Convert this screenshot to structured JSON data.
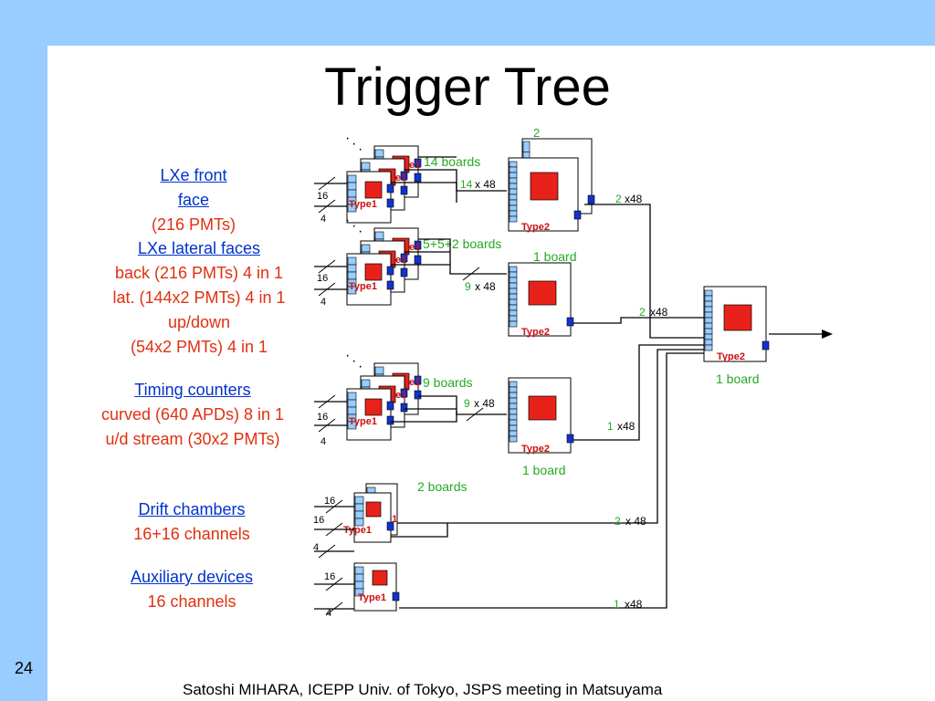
{
  "title": "Trigger Tree",
  "page_number": "24",
  "footer": "Satoshi MIHARA,  ICEPP Univ. of Tokyo, JSPS meeting in Matsuyama",
  "left_labels": {
    "lxe_front": {
      "link": [
        "LXe front",
        "face"
      ],
      "desc": [
        "(216 PMTs)"
      ]
    },
    "lxe_lateral": {
      "link": [
        "LXe lateral faces"
      ],
      "desc": [
        "back (216 PMTs) 4 in 1",
        "lat. (144x2 PMTs) 4 in 1",
        "up/down",
        "(54x2 PMTs) 4 in 1"
      ]
    },
    "timing": {
      "link": [
        "Timing counters"
      ],
      "desc": [
        "curved (640 APDs) 8 in 1",
        "u/d stream (30x2 PMTs)"
      ]
    },
    "drift": {
      "link": [
        "Drift chambers"
      ],
      "desc": [
        "16+16 channels"
      ]
    },
    "aux": {
      "link": [
        "Auxiliary devices"
      ],
      "desc": [
        "16 channels"
      ]
    }
  },
  "diagram": {
    "type1_label": "Type1",
    "type2_label": "Type2",
    "type1_partial_label": "e1",
    "type2_partial_label": "2",
    "input_16": "16",
    "input_4": "4",
    "dots": "·",
    "group_counts": {
      "lxe_front": "14 boards",
      "lxe_lateral": "5+5+2 boards",
      "timing": "9 boards",
      "drift": "2 boards",
      "type2_lateral": "1 board",
      "type2_timing": "1 board",
      "type2_final": "1 board"
    },
    "top_stack_mult": "2",
    "bus_multiplier": "x48",
    "bus_multiplier_spaced": "x 48",
    "bus_counts": {
      "front_in": "14",
      "front_out": "2",
      "lateral_in": "9",
      "lateral_out": "2",
      "timing_in": "9",
      "timing_out": "1",
      "drift_out": "2",
      "aux_out": "1"
    },
    "colors": {
      "bus_count": "#22aa22",
      "box_fill": "#e8221a",
      "port_light": "#99ccff",
      "port_dark": "#1133cc",
      "type_label": "#cc1111",
      "link": "#0033cc",
      "desc": "#e03010"
    }
  }
}
